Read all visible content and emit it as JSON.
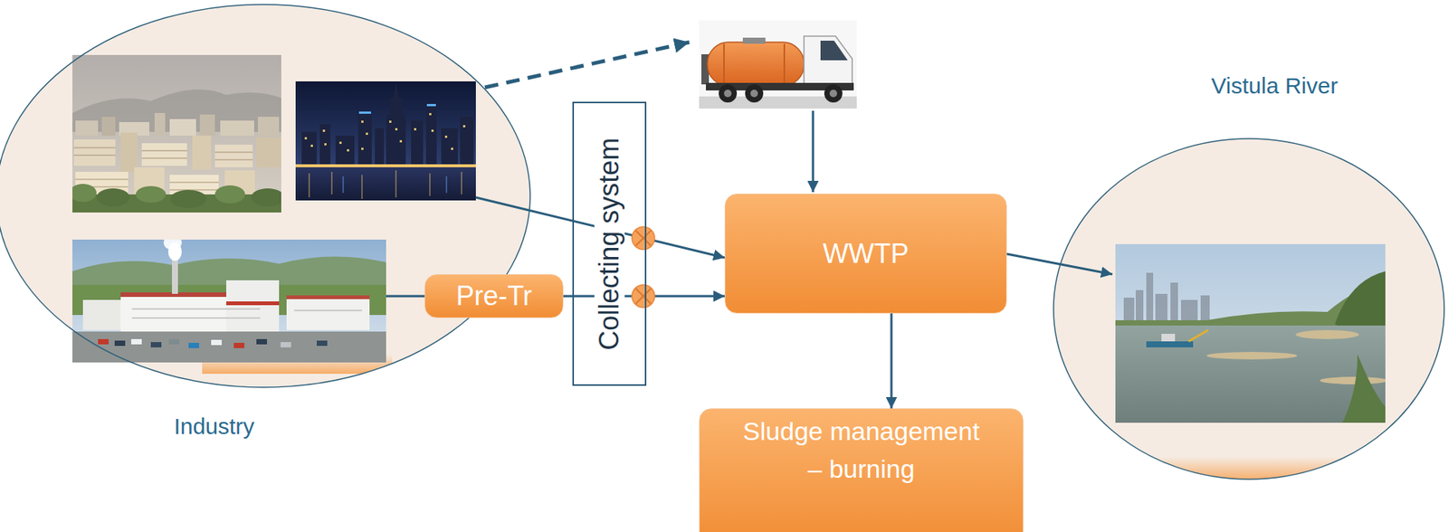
{
  "diagram": {
    "nodes": [
      {
        "text": [
          "Industry"
        ]
      },
      {
        "text": [
          "Pre-Tr"
        ]
      },
      {
        "text": [
          "Collecting system"
        ]
      },
      {
        "text": [
          "WWTP"
        ]
      },
      {
        "text": [
          "Sludge management – burning"
        ]
      },
      {
        "text": [
          "Vistula River"
        ]
      }
    ],
    "edges": [
      {
        "from": 0,
        "to": 1,
        "arrow": "none"
      },
      {
        "from": 0,
        "to": 3,
        "arrow": "to"
      },
      {
        "from": 1,
        "to": 3,
        "arrow": "to"
      },
      {
        "from": 3,
        "to": 5,
        "arrow": "to"
      },
      {
        "from": 3,
        "to": 4,
        "arrow": "to"
      }
    ]
  }
}
